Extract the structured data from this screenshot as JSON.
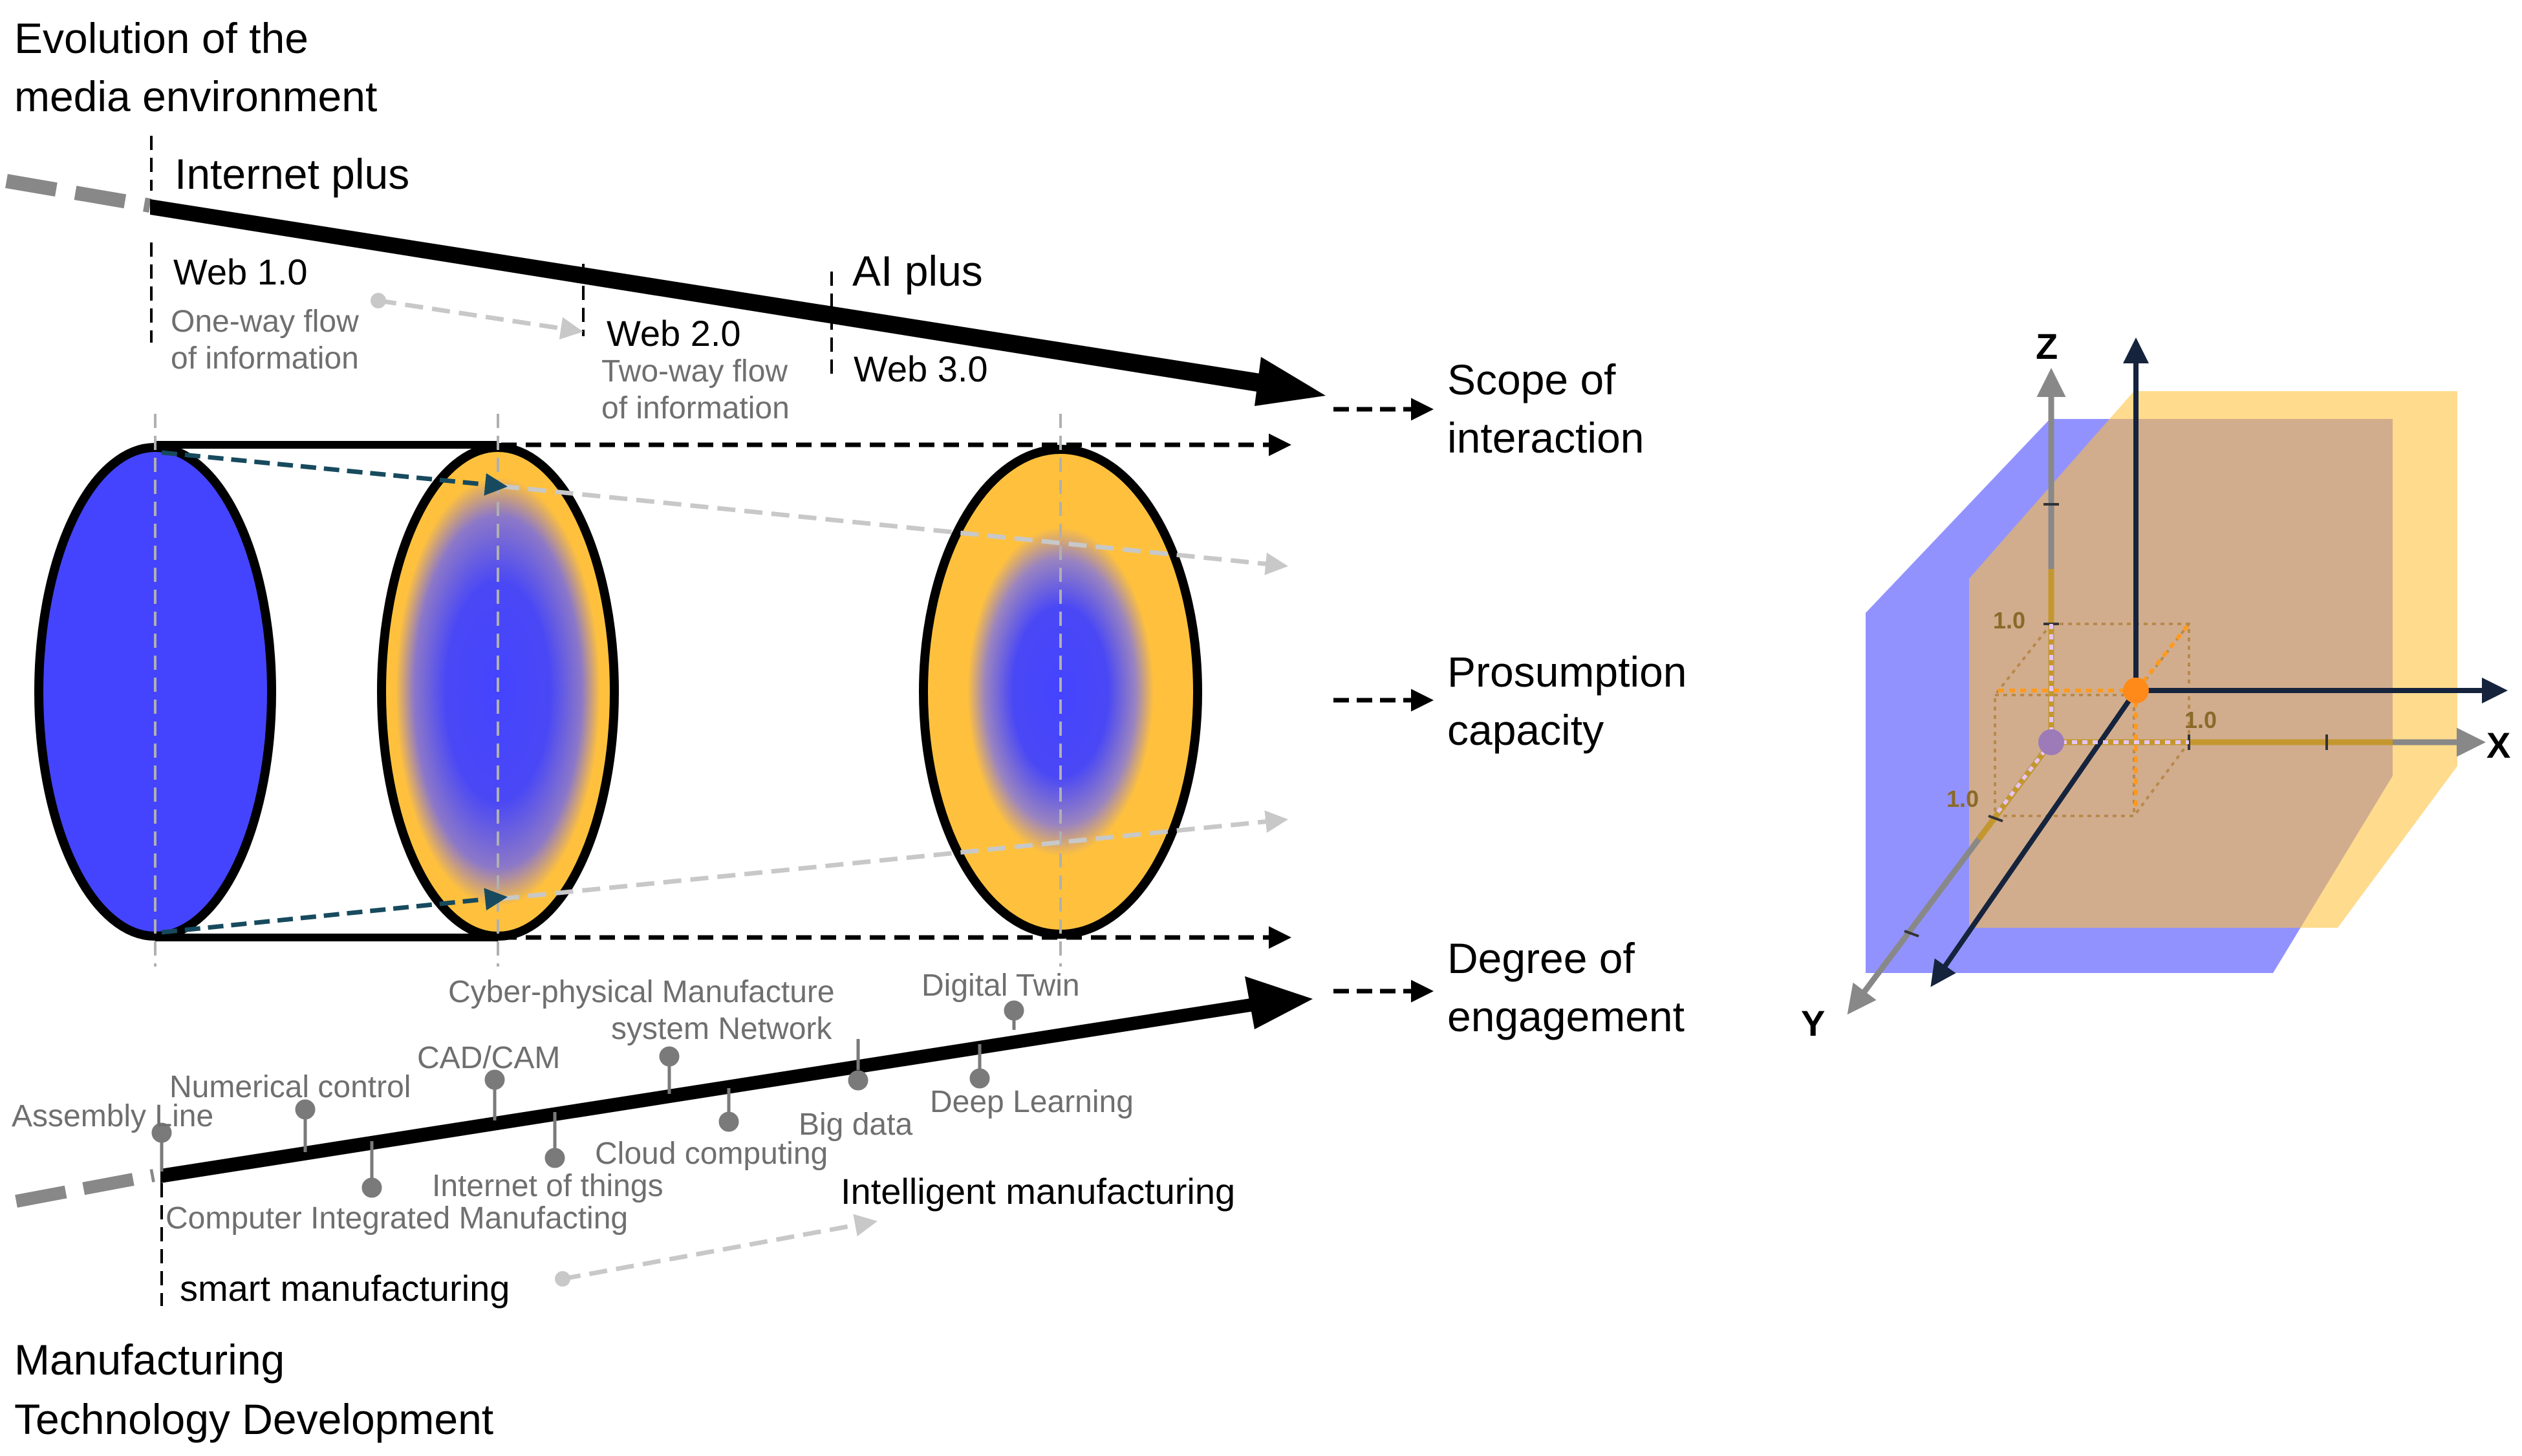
{
  "titles": {
    "media_line1": "Evolution of the",
    "media_line2": "media environment",
    "manuf_line1": "Manufacturing",
    "manuf_line2": "Technology Development"
  },
  "media_stages": {
    "internet_plus": "Internet plus",
    "web1": "Web 1.0",
    "web1_desc1": "One-way flow",
    "web1_desc2": "of information",
    "web2": "Web 2.0",
    "web2_desc1": "Two-way flow",
    "web2_desc2": "of information",
    "ai_plus": "AI plus",
    "web3": "Web 3.0"
  },
  "dimensions": {
    "scope1": "Scope of",
    "scope2": "interaction",
    "prosumption1": "Prosumption",
    "prosumption2": "capacity",
    "engagement1": "Degree of",
    "engagement2": "engagement"
  },
  "manufacturing": {
    "assembly_line": "Assembly Line",
    "numerical_control": "Numerical control",
    "cim": "Computer Integrated Manufacting",
    "cad_cam": "CAD/CAM",
    "iot": "Internet of things",
    "cps1": "Cyber-physical Manufacture",
    "cps2": "system Network",
    "cloud": "Cloud computing",
    "big_data": "Big data",
    "digital_twin": "Digital Twin",
    "deep_learning": "Deep Learning",
    "smart": "smart manufacturing",
    "intelligent": "Intelligent manufacturing"
  },
  "axes3d": {
    "x": "X",
    "y": "Y",
    "z": "Z",
    "tick_x": "1.0",
    "tick_y": "1.0",
    "tick_z": "1.0"
  },
  "colors": {
    "blue": "#4444ff",
    "orange": "#ffc13d",
    "dark_teal": "#174a5e",
    "gray_arrow": "#c8c8c8",
    "axis_navy": "#15233d"
  }
}
